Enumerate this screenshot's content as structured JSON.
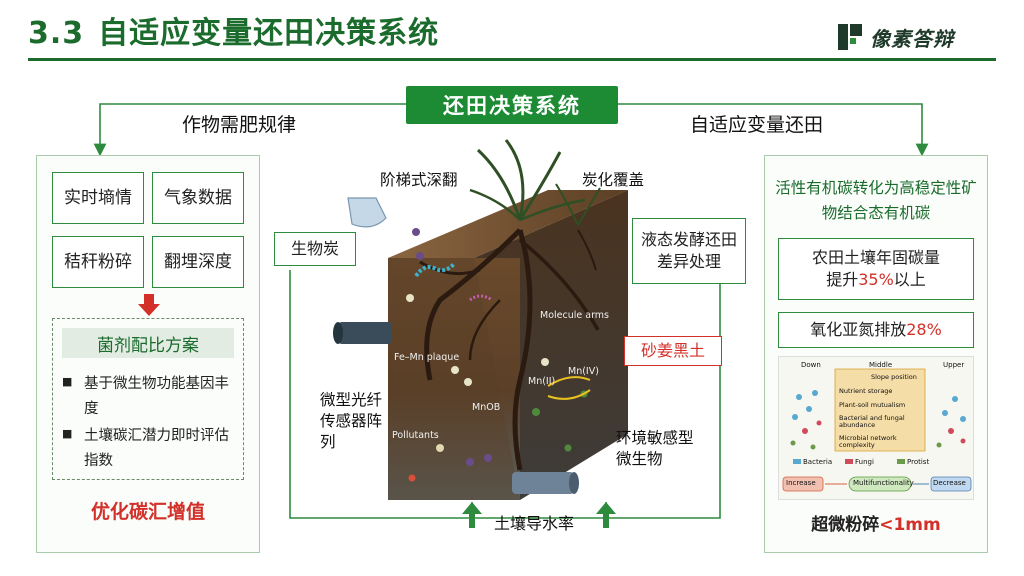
{
  "title": {
    "number": "3.3",
    "text": "自适应变量还田决策系统"
  },
  "logo": {
    "text": "像素答辩"
  },
  "center_title": "还田决策系统",
  "top_left_label": "作物需肥规律",
  "top_right_label": "自适应变量还田",
  "left_panel": {
    "boxes": [
      "实时墒情",
      "气象数据",
      "秸秆粉碎",
      "翻埋深度"
    ],
    "subhead": "菌剂配比方案",
    "bullets": [
      "基于微生物功能基因丰度",
      "土壤碳汇潜力即时评估指数"
    ],
    "bottom": "优化碳汇增值"
  },
  "center": {
    "label_biochar": "生物炭",
    "label_deep_tillage": "阶梯式深翻",
    "label_carbon_cover": "炭化覆盖",
    "label_liquid": "液态发酵还田差异处理",
    "label_shajiang": "砂姜黑土",
    "label_sensor": "微型光纤传感器阵列",
    "label_microbe": "环境敏感型微生物",
    "label_conductivity": "土壤导水率",
    "soil_labels": {
      "molecule_arms": "Molecule arms",
      "femn": "Fe–Mn plaque",
      "mn2": "Mn(II)",
      "mn4": "Mn(IV)",
      "mnob": "MnOB",
      "pollutants": "Pollutants"
    }
  },
  "right_panel": {
    "header": "活性有机碳转化为高稳定性矿物结合态有机碳",
    "stat1_label": "农田土壤年固碳量",
    "stat1_prefix": "提升",
    "stat1_value": "35%",
    "stat1_suffix": "以上",
    "stat2_label": "氧化亚氮排放",
    "stat2_value": "28%",
    "figure": {
      "col_down": "Down",
      "col_middle": "Middle",
      "col_upper": "Upper",
      "layers": [
        "Slope position",
        "Nutrient storage",
        "Plant-soil mutualism",
        "Bacterial and fungal abundance",
        "Microbial network complexity"
      ],
      "legend": [
        "Bacteria",
        "Fungi",
        "Protist"
      ],
      "increase": "Increase",
      "multifunctionality": "Multifunctionality",
      "decrease": "Decrease"
    },
    "bottom_prefix": "超微粉碎",
    "bottom_value": "<1mm"
  },
  "colors": {
    "brand_green": "#1a6b2c",
    "accent_green": "#1d8a34",
    "highlight_red": "#d3302a"
  }
}
